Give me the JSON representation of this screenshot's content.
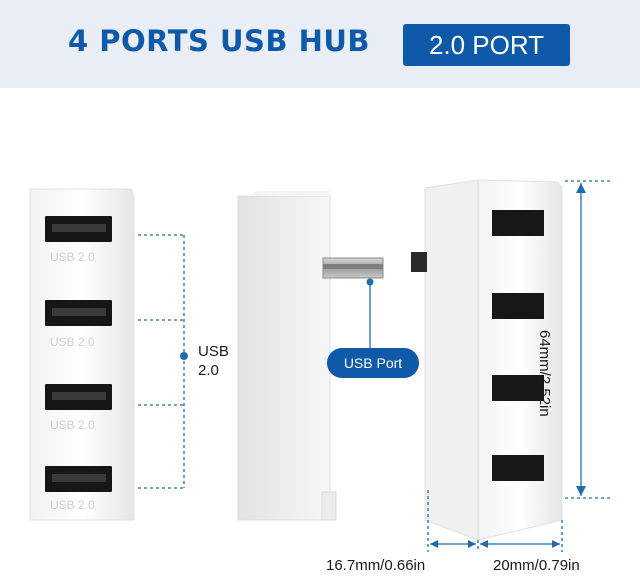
{
  "header": {
    "title": "4 PORTS USB HUB",
    "badge": "2.0 PORT"
  },
  "hub": {
    "port_labels": [
      "USB 2.0",
      "USB 2.0",
      "USB 2.0",
      "USB 2.0"
    ],
    "side_ports_label_line1": "USB",
    "side_ports_label_line2": "2.0",
    "connector_label": "USB Port",
    "height_dimension": "64mm/2.52in",
    "depth_dimension": "16.7mm/0.66in",
    "width_dimension": "20mm/0.79in"
  },
  "colors": {
    "brand_blue": "#0f5aa8",
    "banner_bg": "#e9eef6",
    "dimension_line": "#1f6bb0"
  }
}
